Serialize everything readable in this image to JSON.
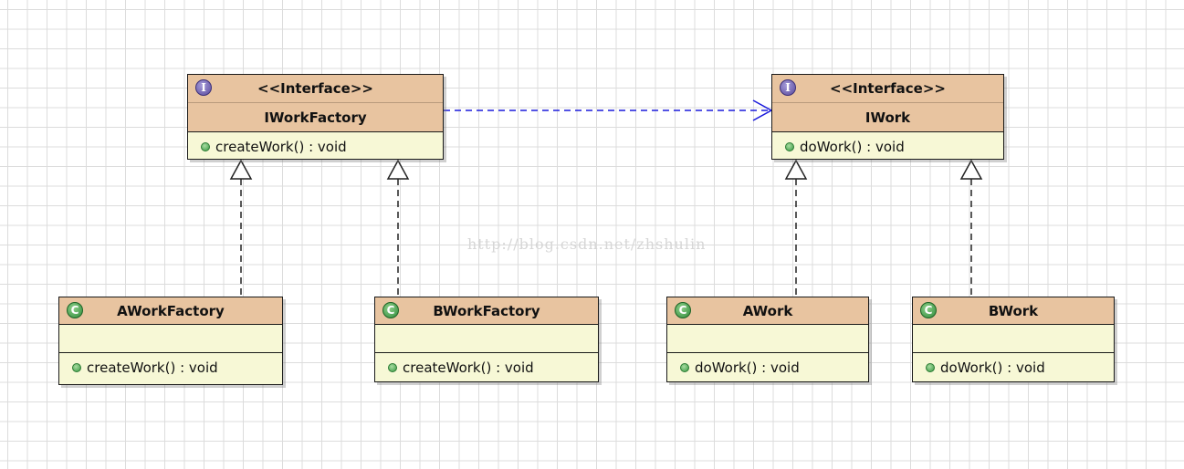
{
  "diagram": {
    "interfaces": [
      {
        "id": "iworkfactory",
        "stereotype": "<<Interface>>",
        "name": "IWorkFactory",
        "badge": "I",
        "operation": "createWork() : void"
      },
      {
        "id": "iwork",
        "stereotype": "<<Interface>>",
        "name": "IWork",
        "badge": "I",
        "operation": "doWork() : void"
      }
    ],
    "classes": [
      {
        "id": "aworkfactory",
        "name": "AWorkFactory",
        "badge": "C",
        "operation": "createWork() : void",
        "implements": "IWorkFactory"
      },
      {
        "id": "bworkfactory",
        "name": "BWorkFactory",
        "badge": "C",
        "operation": "createWork() : void",
        "implements": "IWorkFactory"
      },
      {
        "id": "awork",
        "name": "AWork",
        "badge": "C",
        "operation": "doWork() : void",
        "implements": "IWork"
      },
      {
        "id": "bwork",
        "name": "BWork",
        "badge": "C",
        "operation": "doWork() : void",
        "implements": "IWork"
      }
    ],
    "dependency": {
      "from": "IWorkFactory",
      "to": "IWork"
    },
    "watermark": "http://blog.csdn.net/zhshulin"
  },
  "colors": {
    "header": "#e8c4a0",
    "body": "#f7f8d6",
    "dependency_arrow": "#1a1adc",
    "interface_badge": "#5a4a9e",
    "class_badge": "#2f8a3a",
    "grid": "#dcdcdc"
  }
}
